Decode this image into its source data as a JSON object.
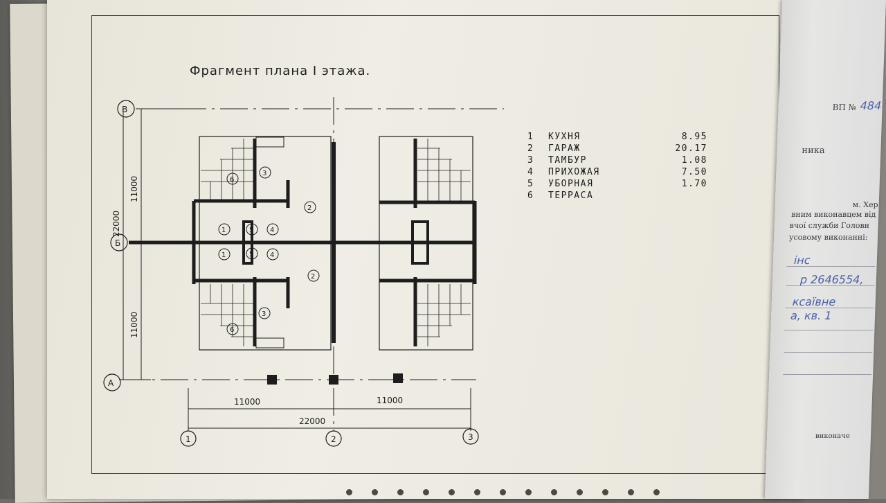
{
  "drawing": {
    "title": "Фрагмент плана   I этажа.",
    "axes": {
      "B": "В",
      "B2": "Б",
      "A": "А",
      "n1": "1",
      "n2": "2",
      "n3": "3"
    },
    "dims": {
      "vertical_total": "22000",
      "vertical_top": "11000",
      "vertical_bottom": "11000",
      "horizontal_left": "11000",
      "horizontal_right": "11000",
      "horizontal_total": "22000"
    },
    "room_marks": [
      "6",
      "3",
      "2",
      "1",
      "5",
      "4",
      "1",
      "5",
      "4",
      "2",
      "6",
      "3"
    ]
  },
  "legend": [
    {
      "num": "1",
      "name": "КУХНЯ",
      "area": "8.95"
    },
    {
      "num": "2",
      "name": "ГАРАЖ",
      "area": "20.17"
    },
    {
      "num": "3",
      "name": "ТАМБУР",
      "area": "1.08"
    },
    {
      "num": "4",
      "name": "ПРИХОЖАЯ",
      "area": "7.50"
    },
    {
      "num": "5",
      "name": "УБОРНАЯ",
      "area": "1.70"
    },
    {
      "num": "6",
      "name": "ТЕРРАСА",
      "area": ""
    }
  ],
  "right_document": {
    "vi": "ВП №",
    "vi_num": "484",
    "t1": "ника",
    "t2": "м. Хер",
    "t3": "вним виконавцем від",
    "t4": "вчої служби Головн",
    "t5": "усовому виконанні:",
    "hw1": "інс",
    "hw2": "р 2646554,",
    "hw3": "ксаївне",
    "hw4": "а, кв. 1",
    "t6": "виконаче"
  }
}
